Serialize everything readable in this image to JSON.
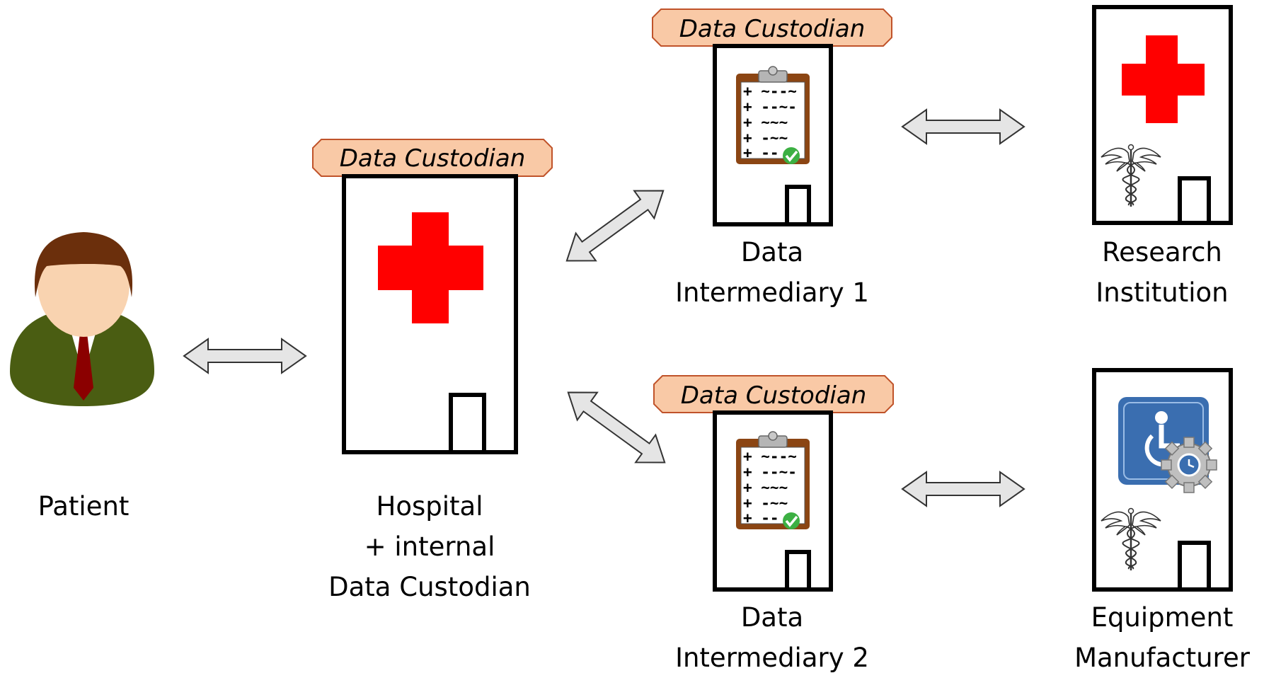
{
  "nodes": {
    "patient": {
      "label": "Patient"
    },
    "hospital": {
      "label_lines": [
        "Hospital",
        "+ internal",
        "Data Custodian"
      ]
    },
    "intermediary1": {
      "label_lines": [
        "Data",
        "Intermediary 1"
      ]
    },
    "intermediary2": {
      "label_lines": [
        "Data",
        "Intermediary 2"
      ]
    },
    "research": {
      "label_lines": [
        "Research",
        "Institution"
      ]
    },
    "equipment": {
      "label_lines": [
        "Equipment",
        "Manufacturer"
      ]
    }
  },
  "custodian_tag": "Data Custodian",
  "clipboard_lines": [
    "+ ~--~",
    "+ --~-",
    "+ ~~~",
    "+ -~~",
    "+ --"
  ],
  "colors": {
    "red_cross": "#ff0000",
    "tag_fill": "#f9c9a6",
    "tag_stroke": "#c0532a",
    "arrow_fill": "#e5e5e5",
    "arrow_stroke": "#333333",
    "suit": "#4a5d12",
    "face": "#f9d3b0",
    "hair": "#6b2f0c",
    "tie": "#8b0000",
    "clipboard": "#8b4513",
    "check": "#3cb043",
    "equip_icon": "#3a6eb0"
  }
}
